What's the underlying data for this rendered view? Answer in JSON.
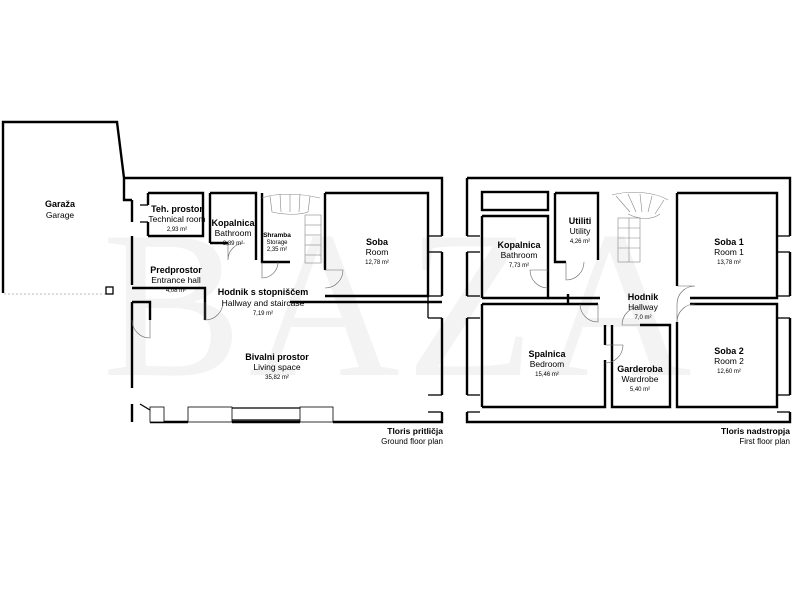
{
  "watermark": "BAZA",
  "ground_floor": {
    "caption_title": "Tloris pritličja",
    "caption_subtitle": "Ground floor plan",
    "rooms": {
      "garage": {
        "name": "Garaža",
        "english": "Garage",
        "area": ""
      },
      "technical": {
        "name": "Teh. prostor",
        "english": "Technical room",
        "area": "2,93 m²"
      },
      "bathroom": {
        "name": "Kopalnica",
        "english": "Bathroom",
        "area": "3,89 m²"
      },
      "storage": {
        "name": "Shramba",
        "english": "Storage",
        "area": "2,35 m²"
      },
      "room": {
        "name": "Soba",
        "english": "Room",
        "area": "12,78 m²"
      },
      "entrance": {
        "name": "Predprostor",
        "english": "Entrance hall",
        "area": "4,08 m²"
      },
      "hallway": {
        "name": "Hodnik s stopniščem",
        "english": "Hallway and staircase",
        "area": "7,19 m²"
      },
      "living": {
        "name": "Bivalni prostor",
        "english": "Living space",
        "area": "35,82 m²"
      }
    }
  },
  "first_floor": {
    "caption_title": "Tloris nadstropja",
    "caption_subtitle": "First floor plan",
    "rooms": {
      "utility": {
        "name": "Utiliti",
        "english": "Utility",
        "area": "4,26 m²"
      },
      "bathroom": {
        "name": "Kopalnica",
        "english": "Bathroom",
        "area": "7,73 m²"
      },
      "room1": {
        "name": "Soba 1",
        "english": "Room 1",
        "area": "13,78 m²"
      },
      "hallway": {
        "name": "Hodnik",
        "english": "Hallway",
        "area": "7,0 m²"
      },
      "bedroom": {
        "name": "Spalnica",
        "english": "Bedroom",
        "area": "15,46 m²"
      },
      "wardrobe": {
        "name": "Garderoba",
        "english": "Wardrobe",
        "area": "5,40 m²"
      },
      "room2": {
        "name": "Soba 2",
        "english": "Room 2",
        "area": "12,60 m²"
      }
    }
  }
}
